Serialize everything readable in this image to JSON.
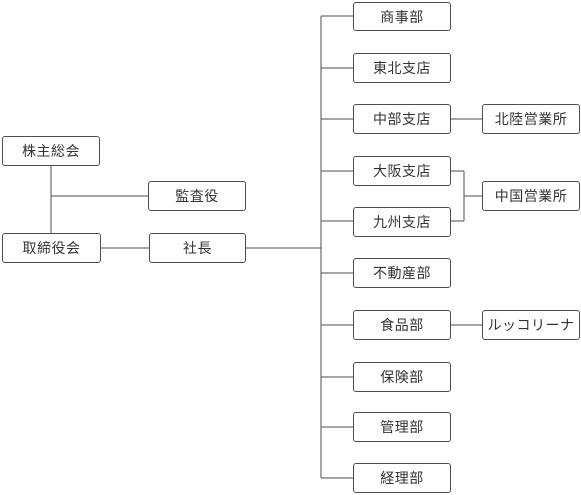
{
  "colors": {
    "line": "#4d4d4d",
    "text": "#333333",
    "background": "#ffffff"
  },
  "nodes": {
    "shareholders": "株主総会",
    "auditor": "監査役",
    "board": "取締役会",
    "president": "社長",
    "commerce": "商事部",
    "tohoku": "東北支店",
    "chubu": "中部支店",
    "hokuriku_office": "北陸営業所",
    "osaka": "大阪支店",
    "kyushu": "九州支店",
    "chugoku_office": "中国営業所",
    "realestate": "不動産部",
    "food": "食品部",
    "luccorina": "ルッコリーナ",
    "insurance": "保険部",
    "management": "管理部",
    "accounting": "経理部"
  }
}
